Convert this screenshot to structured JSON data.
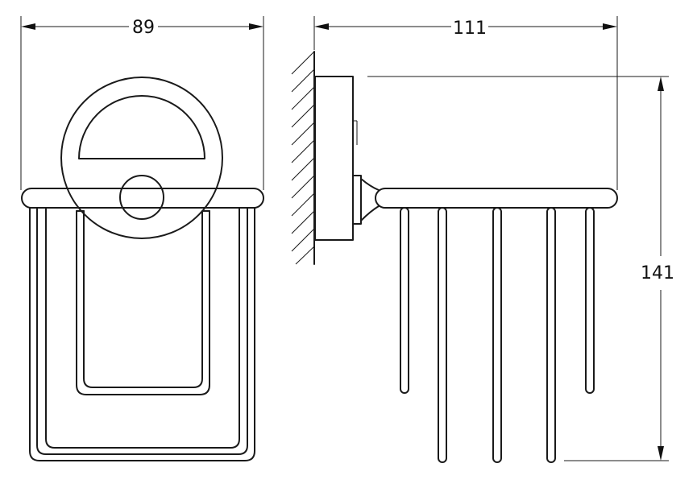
{
  "dimensions": {
    "width_label": "89",
    "depth_label": "111",
    "height_label": "141"
  },
  "colors": {
    "line": "#1a1a1a",
    "background": "#ffffff"
  }
}
